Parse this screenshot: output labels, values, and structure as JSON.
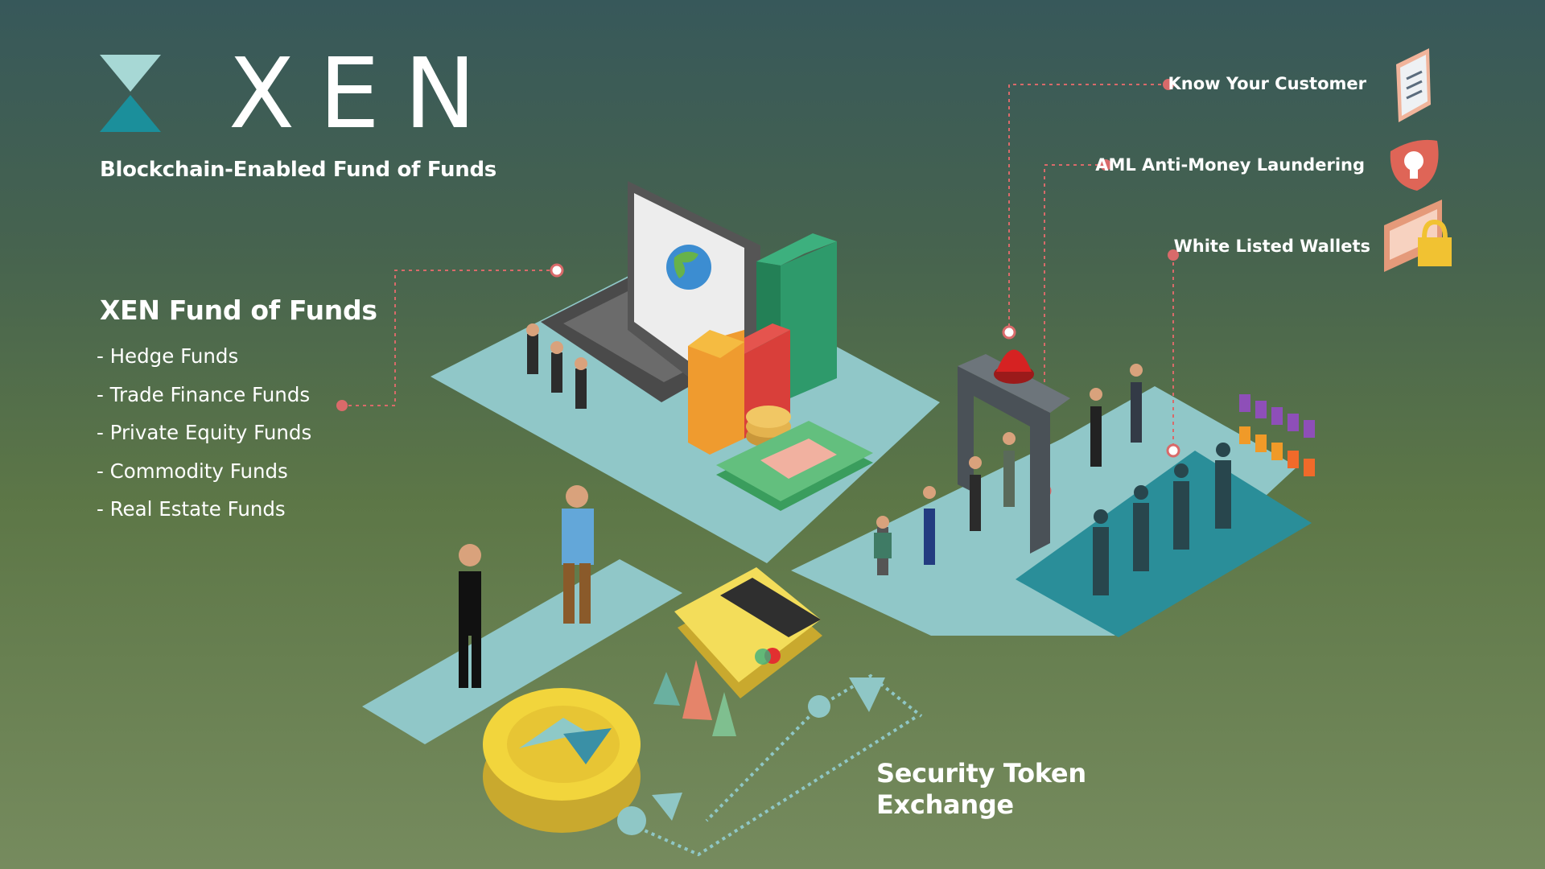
{
  "brand": {
    "name": "XEN",
    "tagline": "Blockchain-Enabled Fund of Funds",
    "mark_color_top": "#a7d8d5",
    "mark_color_bottom": "#1b8f9b"
  },
  "fund_section": {
    "title": "XEN Fund of Funds",
    "items": [
      "- Hedge Funds",
      "- Trade Finance Funds",
      "- Private Equity Funds",
      "- Commodity Funds",
      "- Real Estate Funds"
    ]
  },
  "compliance": [
    {
      "label": "Know Your Customer",
      "icon": "clipboard-icon"
    },
    {
      "label": "AML Anti-Money Laundering",
      "icon": "shield-icon"
    },
    {
      "label": "White Listed Wallets",
      "icon": "wallet-lock-icon"
    }
  ],
  "exchange": {
    "label_line1": "Security Token",
    "label_line2": "Exchange"
  },
  "colors": {
    "platform": "#90c7c8",
    "platform_dark": "#2a8e99",
    "connector_dot": "#d96a6a",
    "coin": "#f2d53c",
    "card": "#f3dd5a"
  }
}
